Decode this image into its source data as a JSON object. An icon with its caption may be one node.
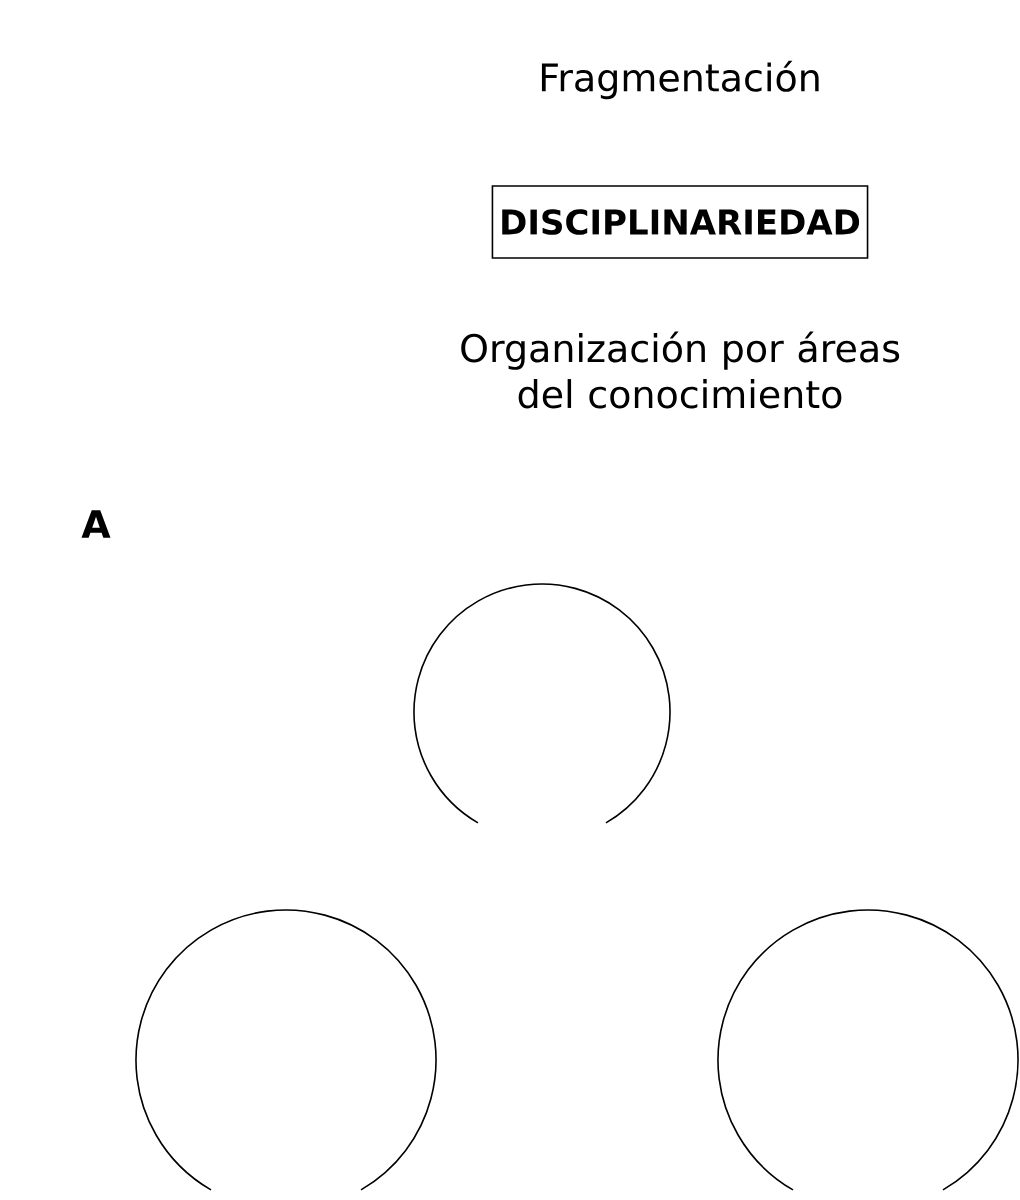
{
  "diagram": {
    "nodes": [
      {
        "text": [
          "DISCIPLINARIEDAD"
        ]
      },
      {
        "text": [],
        "shape": "circle"
      },
      {
        "text": [],
        "shape": "circle"
      },
      {
        "text": [],
        "shape": "circle"
      }
    ],
    "labels": [
      "Fragmentación",
      "Organización por áreas del conocimiento",
      "A"
    ]
  }
}
